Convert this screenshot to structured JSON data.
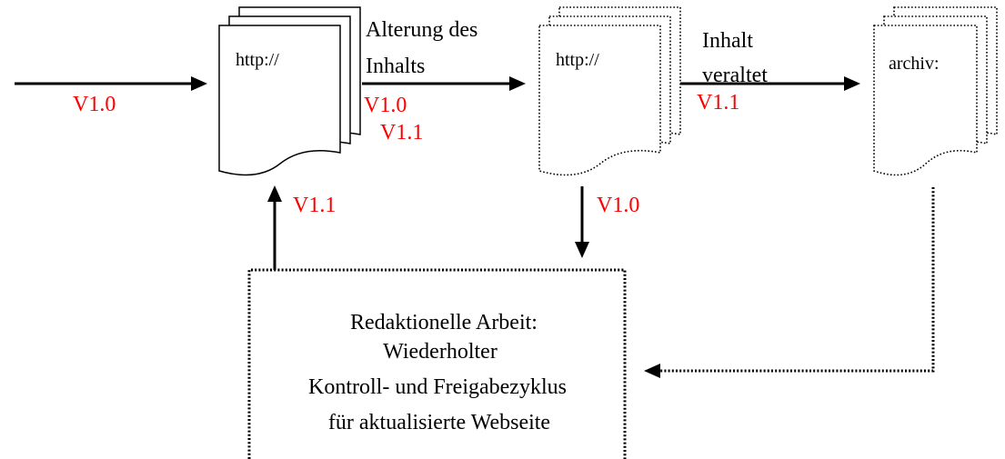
{
  "documents": {
    "current": {
      "label": "http://",
      "outline": "solid"
    },
    "aged": {
      "label": "http://",
      "outline": "dotted"
    },
    "archived": {
      "label": "archiv:",
      "outline": "dotted"
    }
  },
  "labels": {
    "aging_line1": "Alterung des",
    "aging_line2": "Inhalts",
    "outdated_line1": "Inhalt",
    "outdated_line2": "veraltet"
  },
  "versions": {
    "incoming": "V1.0",
    "aging_v10": "V1.0",
    "aging_v11": "V1.1",
    "outdated": "V1.1",
    "to_editorial": "V1.0",
    "from_editorial": "V1.1"
  },
  "editorial_box": {
    "line1": "Redaktionelle Arbeit:",
    "line2": "Wiederholter",
    "line3": "Kontroll- und Freigabezyklus",
    "line4": "für aktualisierte Webseite"
  },
  "colors": {
    "version_label": "#ff0000",
    "lines": "#000000",
    "background": "#ffffff"
  }
}
